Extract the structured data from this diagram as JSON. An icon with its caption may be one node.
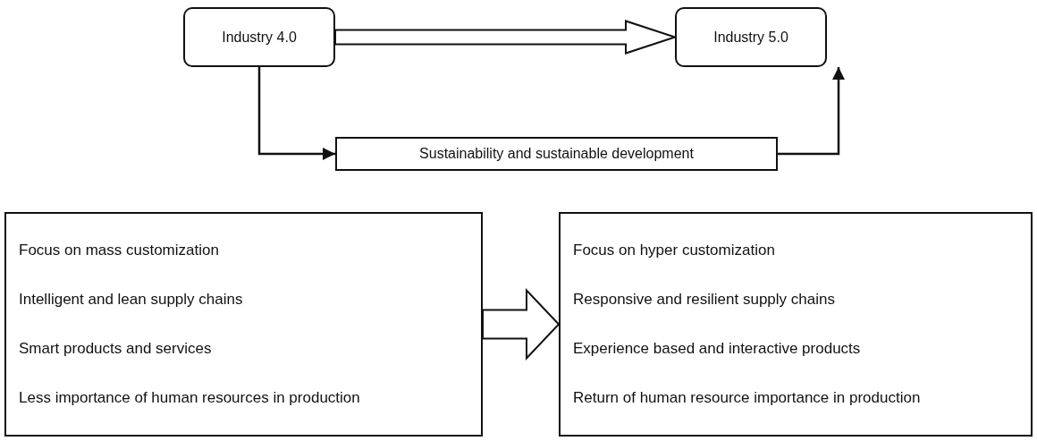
{
  "diagram": {
    "nodes": [
      {
        "text": [
          "Industry 4.0"
        ]
      },
      {
        "text": [
          "Industry 5.0"
        ]
      },
      {
        "text": [
          "Sustainability and sustainable development"
        ]
      },
      {
        "text": [
          "Focus on mass customization",
          "Intelligent and lean supply chains",
          "Smart products and services",
          "Less importance of human resources in production"
        ]
      },
      {
        "text": [
          "Focus on hyper customization",
          "Responsive and resilient supply chains",
          "Experience based and interactive products",
          "Return of human resource importance in production"
        ]
      }
    ],
    "edges": [
      {
        "from": 0,
        "to": 1,
        "arrow": "to",
        "style": "thick"
      },
      {
        "from": 0,
        "to": 2,
        "arrow": "to"
      },
      {
        "from": 2,
        "to": 1,
        "arrow": "to"
      },
      {
        "from": 3,
        "to": 4,
        "arrow": "to",
        "style": "thick"
      }
    ]
  }
}
